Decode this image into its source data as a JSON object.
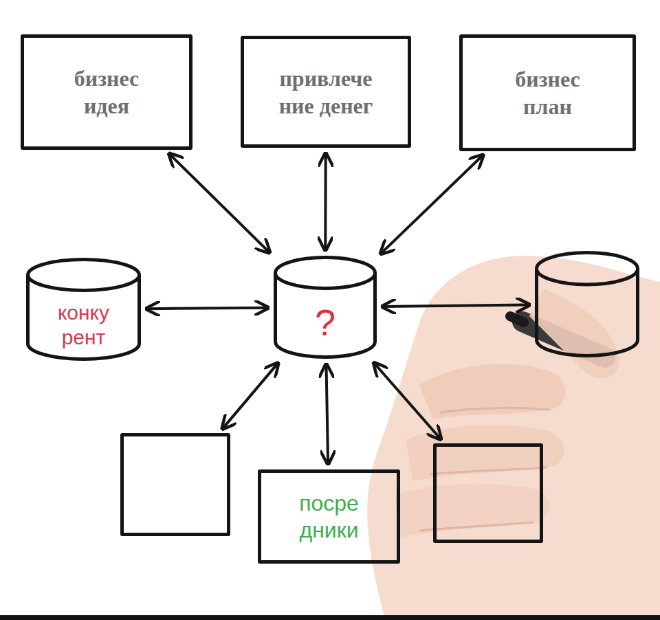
{
  "diagram": {
    "nodes": [
      {
        "text": [
          "бизнес идея"
        ]
      },
      {
        "text": [
          "привлече ние денег"
        ]
      },
      {
        "text": [
          "бизнес план"
        ]
      },
      {
        "text": [
          "конку рент"
        ]
      },
      {
        "text": [
          "?"
        ]
      },
      {
        "text": []
      },
      {
        "text": []
      },
      {
        "text": [
          "посре дники"
        ]
      },
      {
        "text": []
      }
    ],
    "edges": [
      {
        "from": 4,
        "to": 0,
        "arrow": "both"
      },
      {
        "from": 4,
        "to": 1,
        "arrow": "both"
      },
      {
        "from": 4,
        "to": 2,
        "arrow": "both"
      },
      {
        "from": 4,
        "to": 3,
        "arrow": "both"
      },
      {
        "from": 4,
        "to": 5,
        "arrow": "both"
      },
      {
        "from": 4,
        "to": 6,
        "arrow": "both"
      },
      {
        "from": 4,
        "to": 7,
        "arrow": "both"
      },
      {
        "from": 4,
        "to": 8,
        "arrow": "both"
      }
    ]
  }
}
